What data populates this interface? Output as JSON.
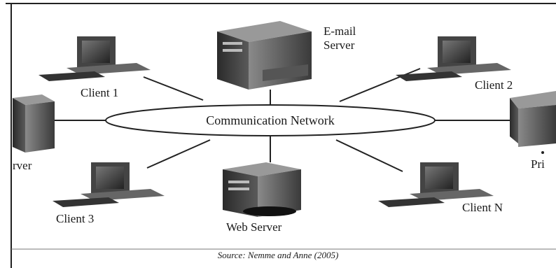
{
  "network": {
    "center_label": "Communication Network"
  },
  "nodes": {
    "email_server": "E-mail\nServer",
    "email_server_line1": "E-mail",
    "email_server_line2": "Server",
    "client1": "Client 1",
    "client2": "Client 2",
    "client3": "Client 3",
    "clientN": "Client N",
    "web_server": "Web Server",
    "left_server_partial": "rver",
    "right_printer_partial": "Pri"
  },
  "source_text": "Source: Nemme and Anne (2005)"
}
